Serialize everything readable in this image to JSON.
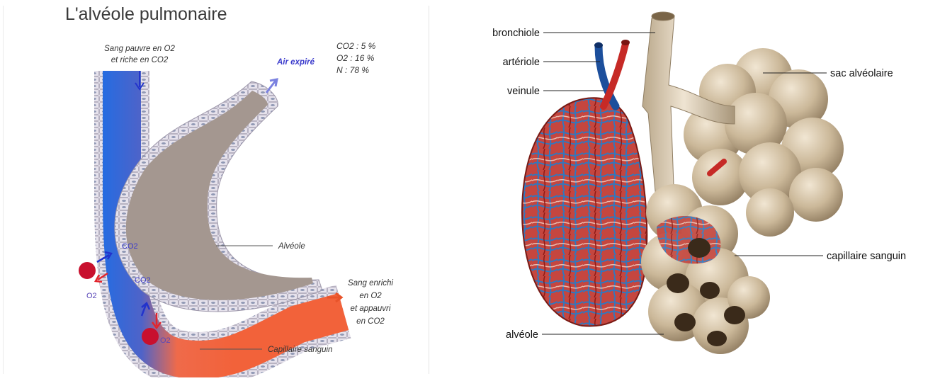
{
  "left_panel": {
    "title": "L'alvéole pulmonaire",
    "blood_in": [
      "Sang pauvre en O2",
      "et riche en CO2"
    ],
    "air_out": "Air expiré",
    "composition": [
      {
        "text": "CO2 : 5 %",
        "color": "#3a3acc"
      },
      {
        "text": "O2 : 16 %",
        "color": "#cc3a3a"
      },
      {
        "text": "N : 78 %",
        "color": "#2d8a2d"
      }
    ],
    "co2_upper": "CO2",
    "co2_lower": "CO2",
    "o2_left": "O2",
    "o2_bottom": "O2",
    "alveole": "Alvéole",
    "blood_out": [
      "Sang enrichi",
      "en O2",
      "et appauvri",
      "en CO2"
    ],
    "capillary": "Capillaire sanguin"
  },
  "right_panel": {
    "labels": {
      "bronchiole": "bronchiole",
      "arteriole": "artériole",
      "veinule": "veinule",
      "sac": "sac alvéolaire",
      "capillaire": "capillaire sanguin",
      "alveole": "alvéole"
    }
  },
  "colors": {
    "deoxygenated_blood": "#1a6ee8",
    "oxygenated_blood": "#f2623a",
    "alveolus_air": "#a49790",
    "tissue": "#e7e3ec",
    "sac_tan": "#c8b69b"
  }
}
